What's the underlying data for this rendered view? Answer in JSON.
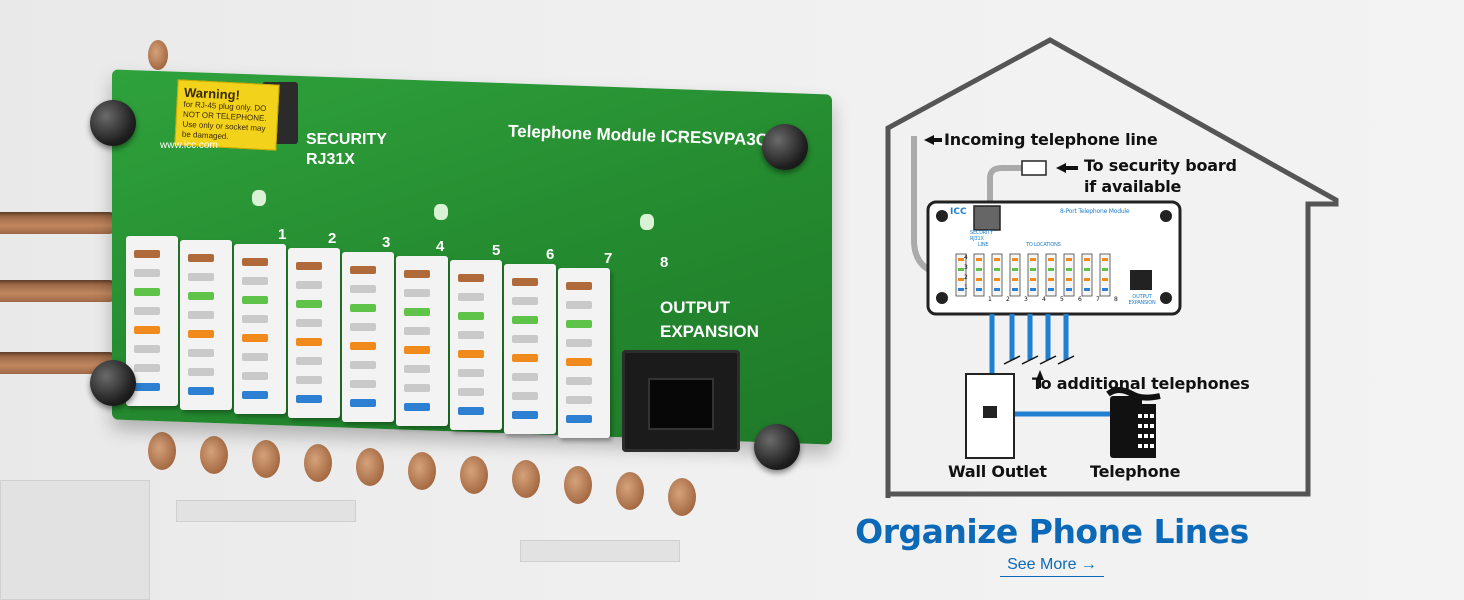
{
  "photo": {
    "warning_label": {
      "title": "Warning!",
      "body": "for RJ-45 plug only. DO NOT OR TELEPHONE. Use only or socket may be damaged."
    },
    "website": "www.icc.com",
    "security_label": "SECURITY RJ31X",
    "module_title": "Telephone Module ICRESVPA3C",
    "port_numbers": [
      "1",
      "2",
      "3",
      "4",
      "5",
      "6",
      "7",
      "8"
    ],
    "output_label": "OUTPUT EXPANSION"
  },
  "diagram": {
    "incoming_line": "Incoming telephone line",
    "security_board_line1": "To security board",
    "security_board_line2": "if available",
    "module_title": "8-Port Telephone Module",
    "security_small": "SECURITY RJ31X",
    "line_small": "LINE",
    "to_locations": "TO LOCATIONS",
    "line_numbers": [
      "4",
      "3",
      "2",
      "1"
    ],
    "port_numbers": [
      "1",
      "2",
      "3",
      "4",
      "5",
      "6",
      "7",
      "8"
    ],
    "output_small": "OUTPUT EXPANSION",
    "additional": "To additional telephones",
    "wall_outlet": "Wall Outlet",
    "telephone": "Telephone"
  },
  "headline": "Organize Phone Lines",
  "see_more": "See More →",
  "colors": {
    "accent_blue": "#0b69b8",
    "board_green": "#248a2f",
    "wire_blue": "#1f7fd0",
    "warning_yellow": "#f3d21b"
  }
}
